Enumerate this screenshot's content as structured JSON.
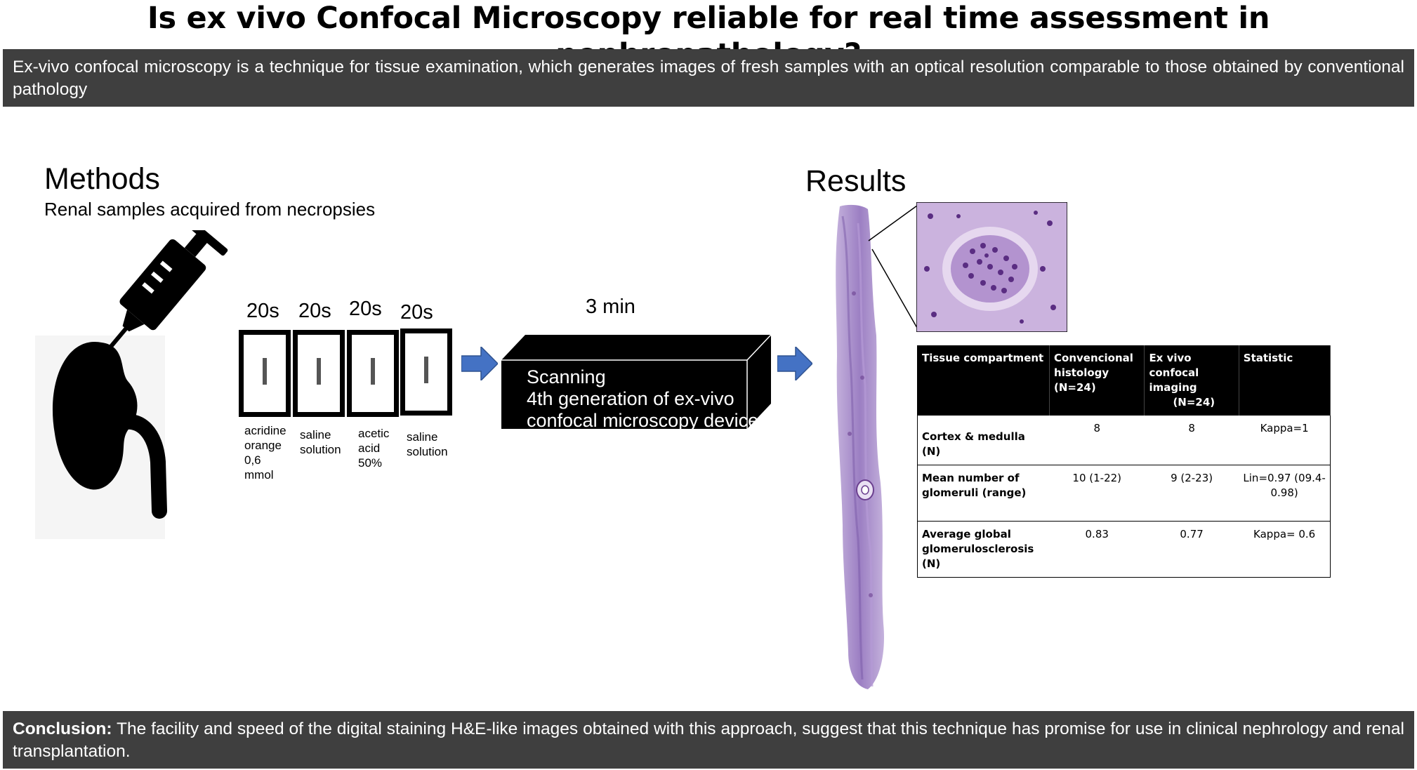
{
  "title": "Is ex vivo Confocal Microscopy reliable for real time assessment in nephropathology?",
  "intro": "Ex-vivo confocal microscopy is a technique for tissue examination, which generates images of fresh samples with an optical resolution comparable to those obtained by conventional pathology",
  "methods": {
    "heading": "Methods",
    "subtext": "Renal samples acquired from necropsies",
    "steps": [
      {
        "time": "20s",
        "reagent_lines": [
          "acridine",
          "orange",
          "0,6",
          "mmol"
        ]
      },
      {
        "time": "20s",
        "reagent_lines": [
          "saline",
          "solution"
        ]
      },
      {
        "time": "20s",
        "reagent_lines": [
          "acetic",
          "acid",
          "50%"
        ]
      },
      {
        "time": "20s",
        "reagent_lines": [
          "saline",
          "solution"
        ]
      }
    ],
    "scan_time": "3 min",
    "device_lines": [
      "Scanning",
      "4th generation of ex-vivo",
      "confocal microscopy device"
    ]
  },
  "results": {
    "heading": "Results",
    "table": {
      "headers": [
        [
          "Tissue compartment"
        ],
        [
          "Convencional",
          "histology",
          "(N=24)"
        ],
        [
          "Ex vivo confocal",
          "imaging",
          "(N=24)"
        ],
        [
          "Statistic"
        ]
      ],
      "rows": [
        {
          "label_lines": [
            "Cortex & medulla (N)"
          ],
          "conventional": "8",
          "confocal": "8",
          "statistic": "Kappa=1"
        },
        {
          "label_lines": [
            "Mean number of",
            "glomeruli (range)"
          ],
          "conventional": "10 (1-22)",
          "confocal": "9 (2-23)",
          "statistic_lines": [
            "Lin=0.97 (09.4-",
            "0.98)"
          ]
        },
        {
          "label_lines": [
            "Average global",
            "glomerulosclerosis (N)"
          ],
          "conventional": "0.83",
          "confocal": "0.77",
          "statistic": "Kappa= 0.6"
        }
      ]
    }
  },
  "conclusion": {
    "label": "Conclusion:",
    "text": " The facility and speed of the digital staining H&E-like images obtained with this approach, suggest that this technique has promise for use in clinical nephrology and renal transplantation."
  },
  "colors": {
    "arrow": "#4472c4",
    "banner": "#3f3f3f",
    "stain_dark": "#6b3f8f",
    "stain_light": "#b9a0d3"
  }
}
